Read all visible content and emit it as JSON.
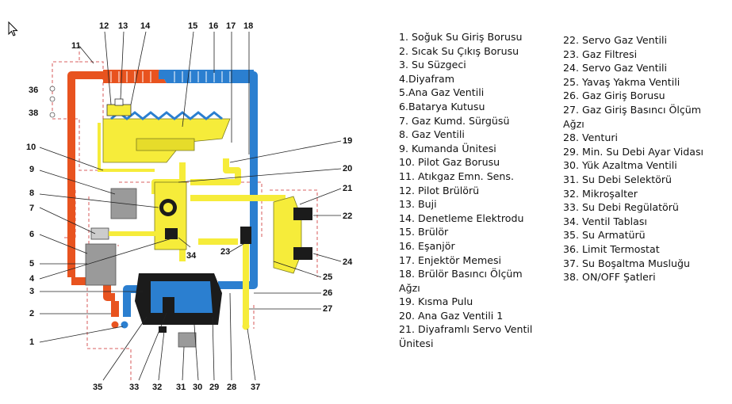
{
  "diagram": {
    "numbers": [
      "1",
      "2",
      "3",
      "4",
      "5",
      "6",
      "7",
      "8",
      "9",
      "10",
      "11",
      "12",
      "13",
      "14",
      "15",
      "16",
      "17",
      "18",
      "19",
      "20",
      "21",
      "22",
      "23",
      "24",
      "25",
      "26",
      "27",
      "28",
      "29",
      "30",
      "31",
      "32",
      "33",
      "34",
      "35",
      "36",
      "37",
      "38"
    ],
    "colors": {
      "hot": "#e8531f",
      "cold": "#2b7fd0",
      "gas": "#f6ec3a",
      "dark": "#1b1b1b",
      "grey": "#9a9a9a",
      "dash": "#e08080"
    }
  },
  "legend": {
    "col1": [
      "1. Soğuk Su Giriş Borusu",
      "2. Sıcak Su Çıkış Borusu",
      "3. Su Süzgeci",
      "4.Diyafram",
      "5.Ana Gaz Ventili",
      "6.Batarya Kutusu",
      "7. Gaz Kumd. Sürgüsü",
      "8. Gaz Ventili",
      "9. Kumanda Ünitesi",
      "10. Pilot Gaz Borusu",
      "11. Atıkgaz Emn. Sens.",
      "12. Pilot Brülörü",
      "13. Buji",
      "14. Denetleme Elektrodu",
      "15. Brülör",
      "16. Eşanjör",
      "17. Enjektör Memesi",
      "18. Brülör Basıncı Ölçüm",
      "Ağzı",
      "19. Kısma Pulu",
      "20. Ana Gaz Ventili 1",
      "21. Diyaframlı Servo Ventil",
      "Ünitesi"
    ],
    "col2": [
      "22. Servo Gaz Ventili",
      "23. Gaz Filtresi",
      "24. Servo Gaz Ventili",
      "25. Yavaş Yakma Ventili",
      "26. Gaz Giriş Borusu",
      "27. Gaz Giriş Basıncı Ölçüm",
      "Ağzı",
      "28. Venturi",
      "29. Min. Su Debi Ayar  Vidası",
      "30. Yük Azaltma Ventili",
      "31. Su Debi Selektörü",
      "32. Mikroşalter",
      "33. Su Debi Regülatörü",
      "34. Ventil Tablası",
      "35. Su Armatürü",
      "36. Limit Termostat",
      "37. Su Boşaltma Musluğu",
      "38. ON/OFF Şatleri"
    ]
  }
}
